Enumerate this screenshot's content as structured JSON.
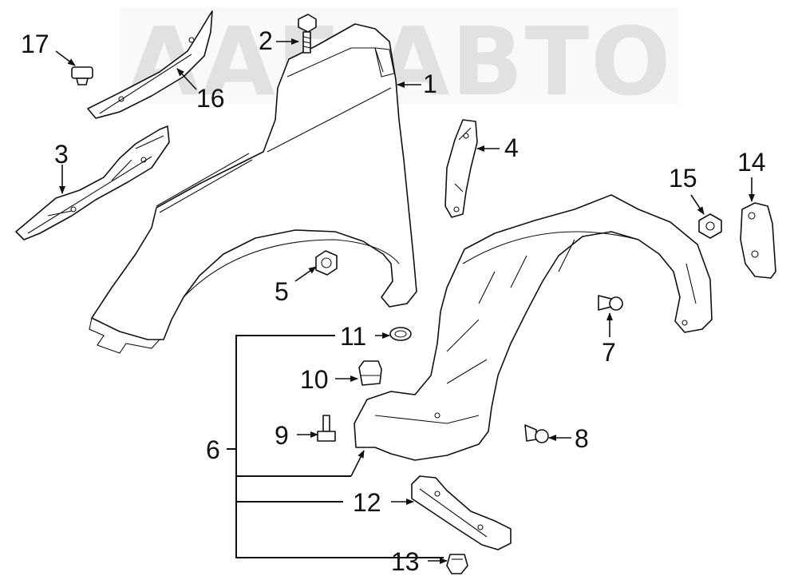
{
  "watermark": "AAE АВТО",
  "callouts": {
    "c1": "1",
    "c2": "2",
    "c3": "3",
    "c4": "4",
    "c5": "5",
    "c6": "6",
    "c7": "7",
    "c8": "8",
    "c9": "9",
    "c10": "10",
    "c11": "11",
    "c12": "12",
    "c13": "13",
    "c14": "14",
    "c15": "15",
    "c16": "16",
    "c17": "17"
  }
}
